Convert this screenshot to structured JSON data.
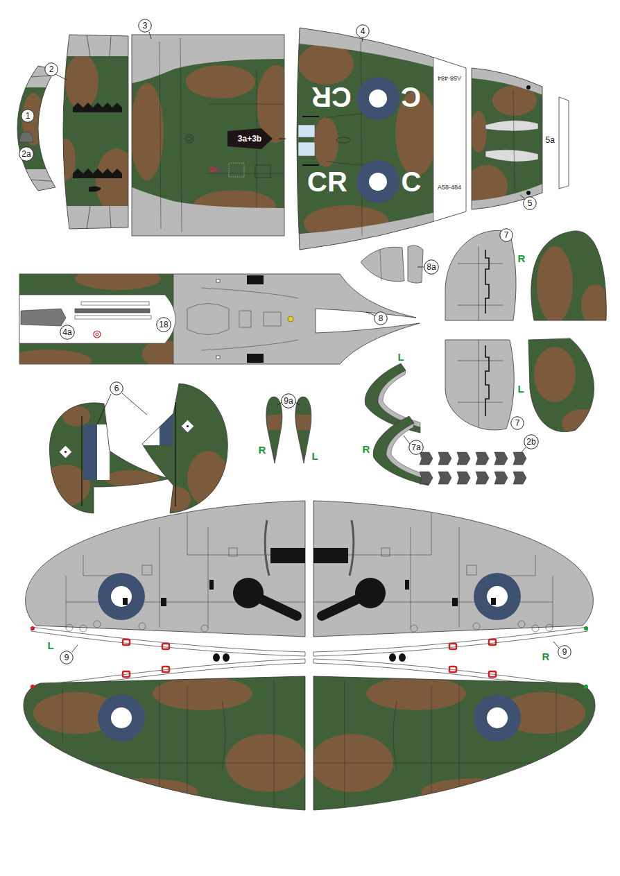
{
  "diagram": {
    "nodes": [
      {
        "text": [
          "3"
        ]
      },
      {
        "text": [
          "4"
        ]
      },
      {
        "text": [
          "2"
        ]
      },
      {
        "text": [
          "1"
        ]
      },
      {
        "text": [
          "3a+3b"
        ]
      },
      {
        "text": [
          "2a"
        ]
      },
      {
        "text": [
          "5"
        ]
      },
      {
        "text": [
          "7"
        ]
      },
      {
        "text": [
          "8a"
        ]
      },
      {
        "text": [
          "4a"
        ]
      },
      {
        "text": [
          "18"
        ]
      },
      {
        "text": [
          "8"
        ]
      },
      {
        "text": [
          "6"
        ]
      },
      {
        "text": [
          "9a"
        ]
      },
      {
        "text": [
          "7a"
        ]
      },
      {
        "text": [
          "7"
        ]
      },
      {
        "text": [
          "2b"
        ]
      },
      {
        "text": [
          "9"
        ]
      },
      {
        "text": [
          "9"
        ]
      }
    ],
    "labels": [
      "CR",
      "C",
      "A58-484",
      "CR",
      "C",
      "A58-484",
      "5a",
      "R",
      "L",
      "L",
      "R",
      "R",
      "L",
      "L",
      "R"
    ]
  }
}
